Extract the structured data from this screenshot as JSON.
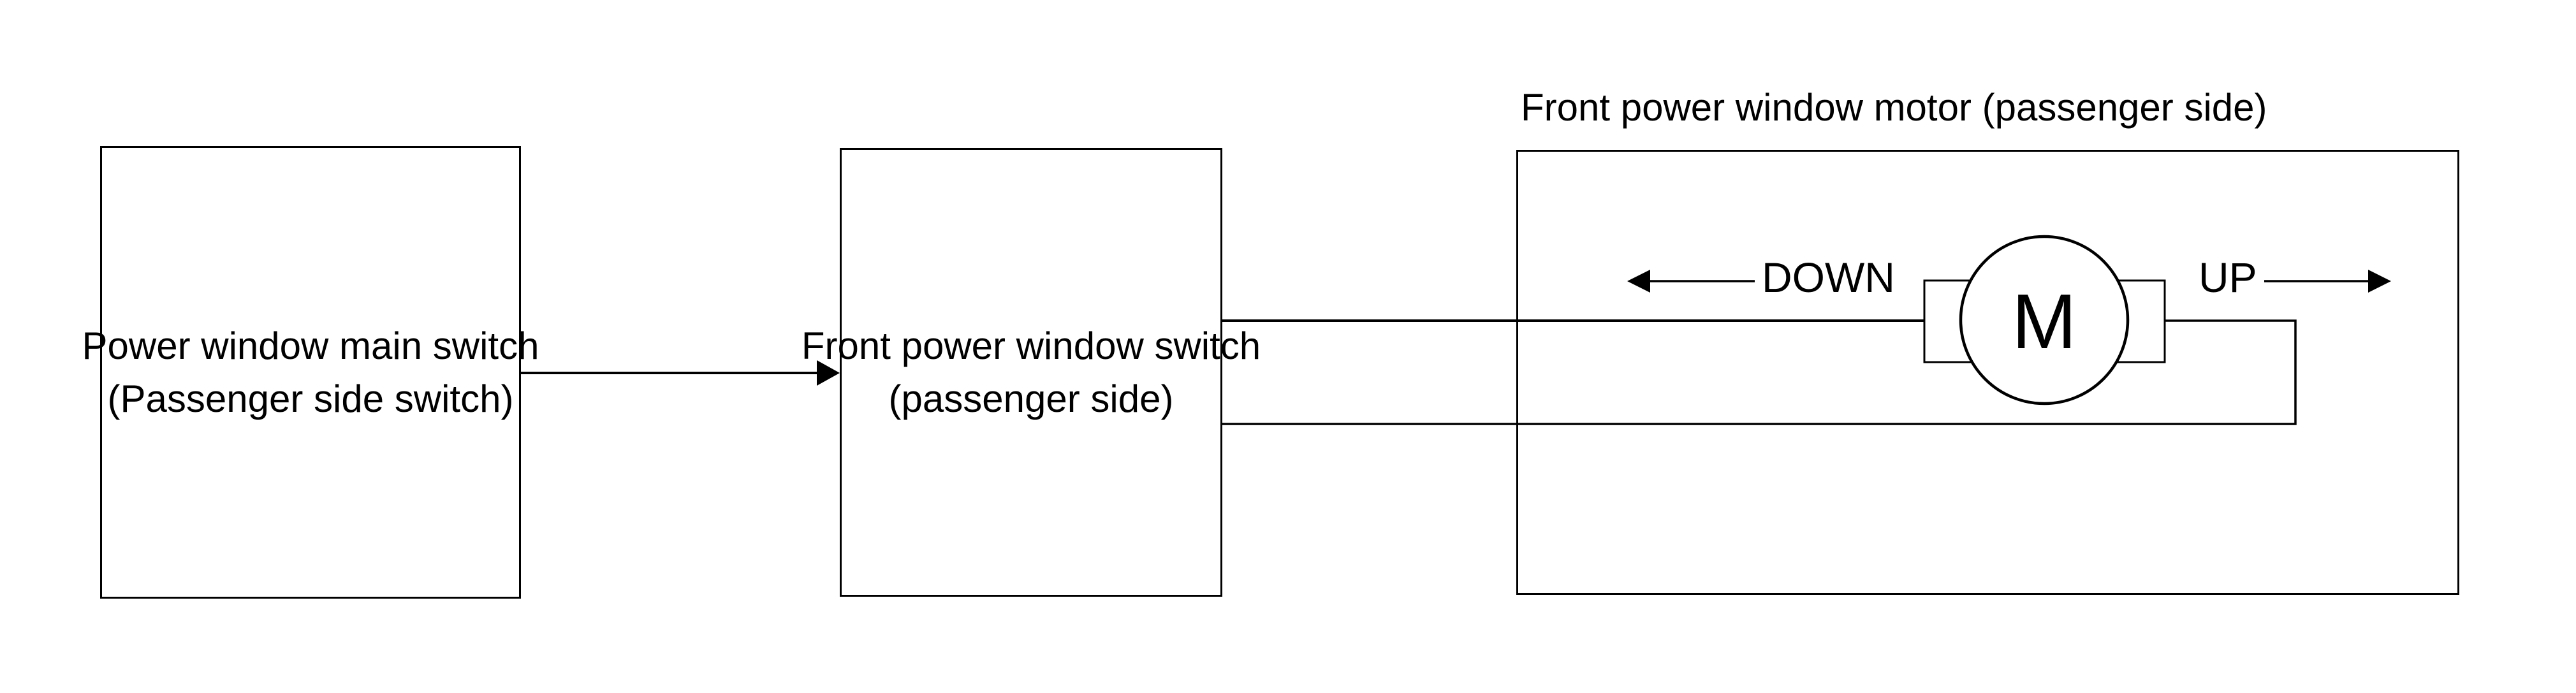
{
  "diagram": {
    "background_color": "#ffffff",
    "line_color": "#000000",
    "boxes": {
      "main_switch": {
        "label_line1": "Power window main switch",
        "label_line2": "(Passenger side switch)"
      },
      "front_switch": {
        "label_line1": "Front power window switch",
        "label_line2": "(passenger side)"
      },
      "motor": {
        "title": "Front power window motor (passenger side)"
      }
    },
    "motor_symbol": {
      "letter": "M"
    },
    "directions": {
      "down_label": "DOWN",
      "up_label": "UP"
    }
  }
}
